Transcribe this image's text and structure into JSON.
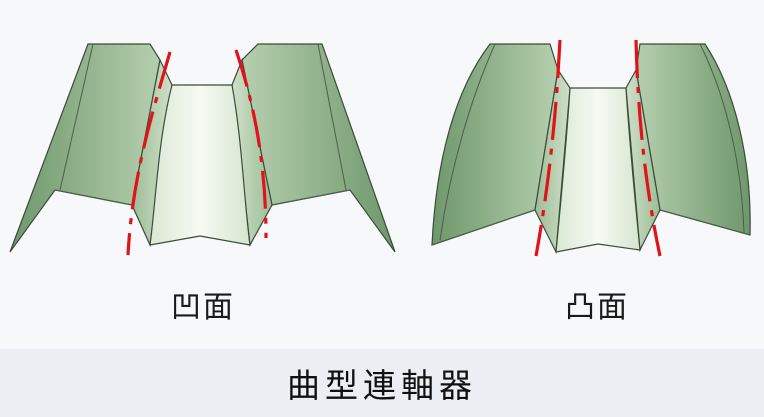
{
  "figures": [
    {
      "label": "凹面"
    },
    {
      "label": "凸面"
    }
  ],
  "caption": "曲型連軸器",
  "colors": {
    "tooth_outer": "#86ab82",
    "tooth_mid": "#b9d3b2",
    "tooth_light": "#e9f1e4",
    "edge": "#3c4a3a",
    "marker_line": "#e0131b",
    "panel_bg": "#f7f8fa",
    "caption_bg": "#ebeff4"
  }
}
